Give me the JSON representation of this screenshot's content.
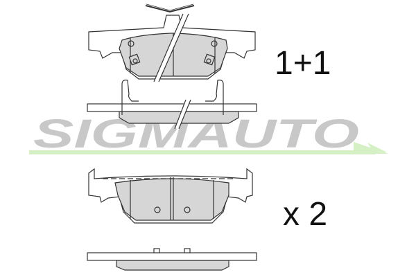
{
  "watermark": {
    "text": "SIGMAUTO",
    "text_color": "#c8c8c8",
    "underline_color": "#d4f0c4"
  },
  "labels": {
    "top_quantity": "1+1",
    "bottom_quantity": "x 2"
  },
  "colors": {
    "outline": "#333333",
    "friction_fill": "#d6d6d6",
    "background": "#ffffff"
  },
  "parts": [
    {
      "name": "inner-pad-with-sensor-front-view"
    },
    {
      "name": "inner-pad-side-view"
    },
    {
      "name": "outer-pad-front-view"
    },
    {
      "name": "outer-pad-side-view"
    }
  ]
}
